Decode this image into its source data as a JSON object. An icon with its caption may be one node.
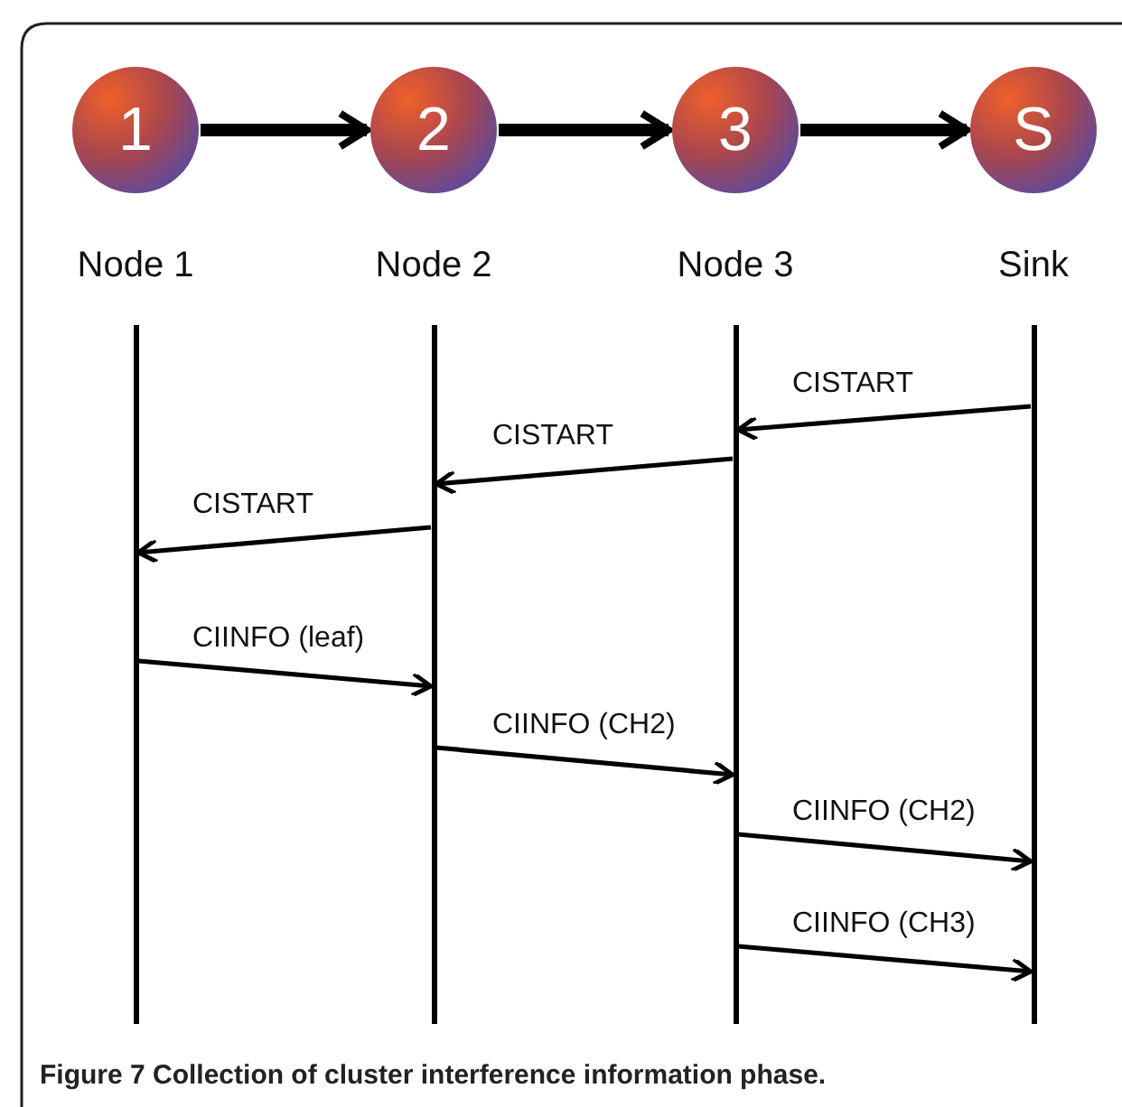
{
  "diagram": {
    "caption": "Figure 7 Collection of cluster interference information phase.",
    "nodes": [
      {
        "text": [
          "1"
        ],
        "beside": [
          "Node 1"
        ]
      },
      {
        "text": [
          "2"
        ],
        "beside": [
          "Node 2"
        ]
      },
      {
        "text": [
          "3"
        ],
        "beside": [
          "Node 3"
        ]
      },
      {
        "text": [
          "S"
        ],
        "beside": [
          "Sink"
        ]
      },
      {
        "text": [],
        "shape": "bar"
      },
      {
        "text": [],
        "shape": "bar"
      },
      {
        "text": [],
        "shape": "bar"
      },
      {
        "text": [],
        "shape": "bar"
      }
    ],
    "edges": [
      {
        "from": 0,
        "to": 1,
        "arrow": "to",
        "style": "thick"
      },
      {
        "from": 1,
        "to": 2,
        "arrow": "to",
        "style": "thick"
      },
      {
        "from": 2,
        "to": 3,
        "arrow": "to",
        "style": "thick"
      },
      {
        "from": 7,
        "to": 6,
        "arrow": "to",
        "label": "CISTART"
      },
      {
        "from": 6,
        "to": 5,
        "arrow": "to",
        "label": "CISTART"
      },
      {
        "from": 5,
        "to": 4,
        "arrow": "to",
        "label": "CISTART"
      },
      {
        "from": 4,
        "to": 5,
        "arrow": "to",
        "label": "CIINFO (leaf)"
      },
      {
        "from": 5,
        "to": 6,
        "arrow": "to",
        "label": "CIINFO (CH2)"
      },
      {
        "from": 6,
        "to": 7,
        "arrow": "to",
        "label": "CIINFO (CH2)"
      },
      {
        "from": 6,
        "to": 7,
        "arrow": "to",
        "label": "CIINFO (CH3)"
      }
    ]
  }
}
